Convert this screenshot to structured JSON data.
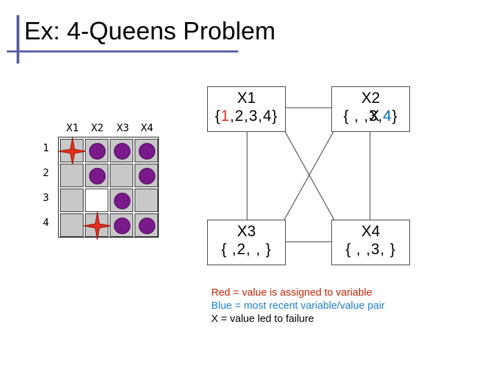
{
  "title": "Ex: 4-Queens Problem",
  "board": {
    "column_labels": [
      "X1",
      "X2",
      "X3",
      "X4"
    ],
    "row_labels": [
      "1",
      "2",
      "3",
      "4"
    ],
    "queen_color": "#7a1a8a",
    "star_color": "#e0301e",
    "cells": [
      [
        "star",
        "queen",
        "queen",
        "queen"
      ],
      [
        "empty",
        "queen",
        "empty",
        "queen"
      ],
      [
        "empty",
        "empty",
        "queen",
        "empty"
      ],
      [
        "empty",
        "star",
        "queen",
        "queen"
      ]
    ]
  },
  "nodes": {
    "x1": {
      "name": "X1",
      "open": "{",
      "v1": "1",
      "rest": ",2,3,4}",
      "v1_color": "#e0301e"
    },
    "x2": {
      "name": "X2",
      "text": "{ , ,3,4}",
      "overlay": "X",
      "overlay_blue": "4"
    },
    "x3": {
      "name": "X3",
      "text": "{ ,2, , }"
    },
    "x4": {
      "name": "X4",
      "text": "{ , ,3, }"
    }
  },
  "legend": {
    "red_line": "Red = value is assigned to variable",
    "blue_line": "Blue = most recent variable/value pair",
    "x_line": "X = value led to failure",
    "red_color": "#cc2200",
    "blue_color": "#1a7fd0"
  }
}
